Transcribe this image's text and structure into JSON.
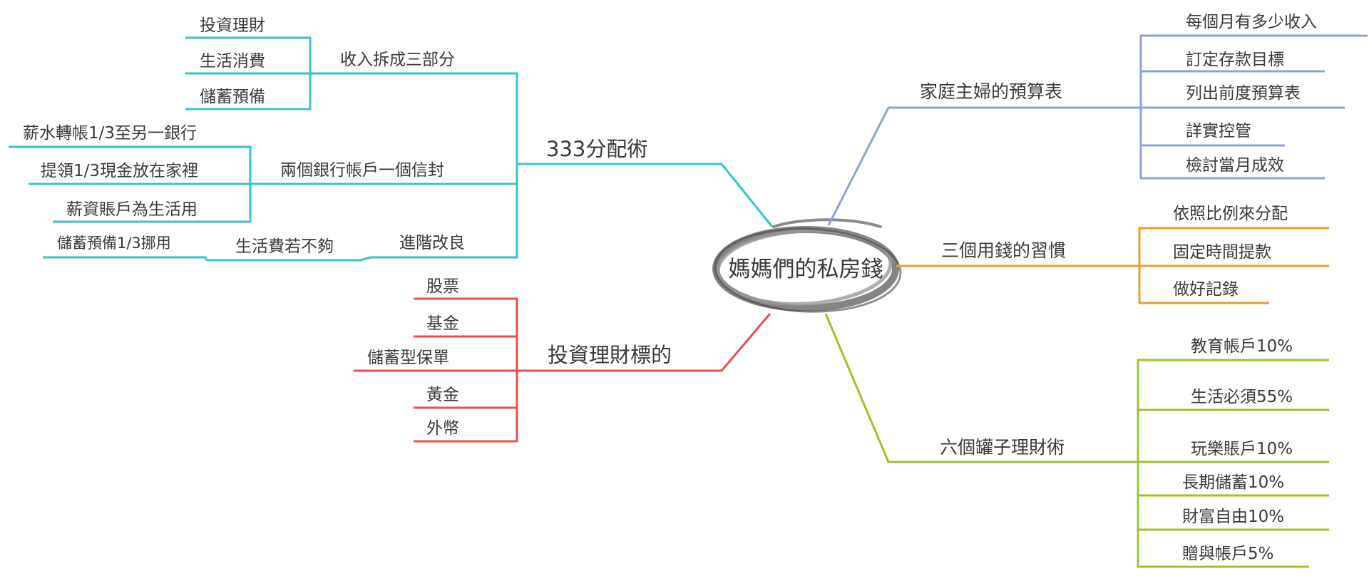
{
  "central_topic": "媽媽們的私房錢",
  "colors": {
    "household_budget": "#8ba2d8",
    "spending_habits": "#e8a02a",
    "six_jars": "#9cc42a",
    "budget_333": "#39c4c4",
    "investment": "#e8504f",
    "center_ring": "#555555"
  },
  "branches": {
    "household_budget": {
      "label": "家庭主婦的預算表",
      "children": [
        "每個月有多少收入",
        "訂定存款目標",
        "列出前度預算表",
        "詳實控管",
        "檢討當月成效"
      ]
    },
    "spending_habits": {
      "label": "三個用錢的習慣",
      "children": [
        "依照比例來分配",
        "固定時間提款",
        "做好記錄"
      ]
    },
    "six_jars": {
      "label": "六個罐子理財術",
      "children": [
        "教育帳戶10%",
        "生活必須55%",
        "玩樂賬戶10%",
        "長期儲蓄10%",
        "財富自由10%",
        "贈與帳戶5%"
      ]
    },
    "budget_333": {
      "label": "333分配術",
      "sub": {
        "split_income": {
          "label": "收入拆成三部分",
          "children": [
            "投資理財",
            "生活消費",
            "儲蓄預備"
          ]
        },
        "two_banks": {
          "label": "兩個銀行帳戶一個信封",
          "children": [
            "薪水轉帳1/3至另一銀行",
            "提領1/3現金放在家裡",
            "薪資賬戶為生活用"
          ]
        },
        "improve": {
          "label": "進階改良",
          "child": "生活費若不夠",
          "grandchild": "儲蓄預備1/3挪用"
        }
      }
    },
    "investment": {
      "label": "投資理財標的",
      "children": [
        "股票",
        "基金",
        "儲蓄型保單",
        "黃金",
        "外幣"
      ]
    }
  }
}
